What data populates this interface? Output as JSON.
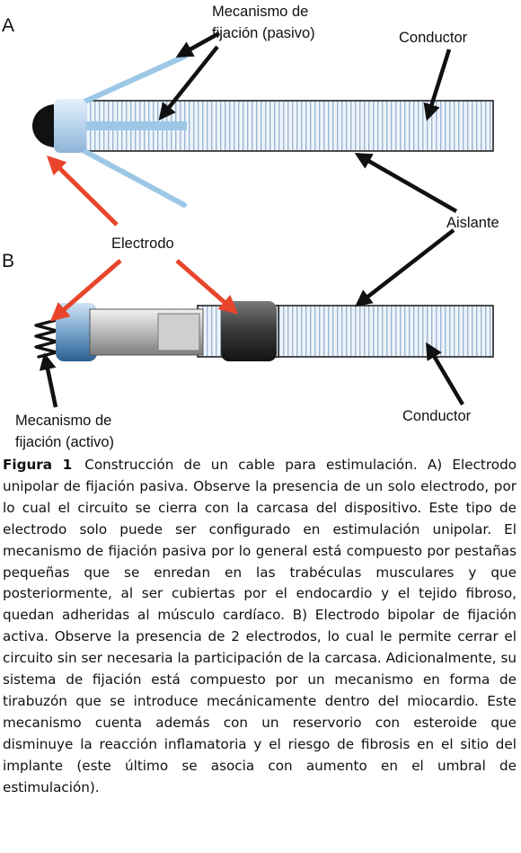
{
  "diagram": {
    "panel_a": "A",
    "panel_b": "B",
    "label_passive_line1": "Mecanismo de",
    "label_passive_line2": "fijación (pasivo)",
    "label_conductor_top": "Conductor",
    "label_aislante": "Aislante",
    "label_electrodo": "Electrodo",
    "label_active_line1": "Mecanismo de",
    "label_active_line2": "fijación (activo)",
    "label_conductor_bottom": "Conductor",
    "colors": {
      "arrow_black": "#111111",
      "arrow_red": "#e8452c",
      "insulator_blue": "#b9d4ec",
      "tine_blue": "#9cc8e6",
      "electrode_black": "#121212"
    }
  },
  "caption": {
    "figure_label": "Figura 1",
    "text": "Construcción de un cable para estimulación. A) Electrodo unipolar de fijación pasiva. Observe la presencia de un solo electrodo, por lo cual el circuito se cierra con la carcasa del dispositivo. Este tipo de electrodo solo puede ser configurado en estimulación unipolar. El mecanismo de fijación pasiva por lo general está compuesto por pestañas pequeñas que se enredan en las trabéculas musculares y que posteriormente, al ser cubiertas por el endocardio y el tejido fibroso, quedan adheridas al músculo cardíaco. B) Electrodo bipolar de fijación activa. Observe la presencia de 2 electrodos, lo cual le permite cerrar el circuito sin ser necesaria la participación de la carcasa. Adicionalmente, su sistema de fijación está compuesto por un mecanismo en forma de tirabuzón que se introduce mecánicamente dentro del miocardio. Este mecanismo cuenta además con un reservorio con esteroide que disminuye la reacción inflamatoria y el riesgo de fibrosis en el sitio del implante (este último se asocia con aumento en el umbral de estimulación)."
  }
}
